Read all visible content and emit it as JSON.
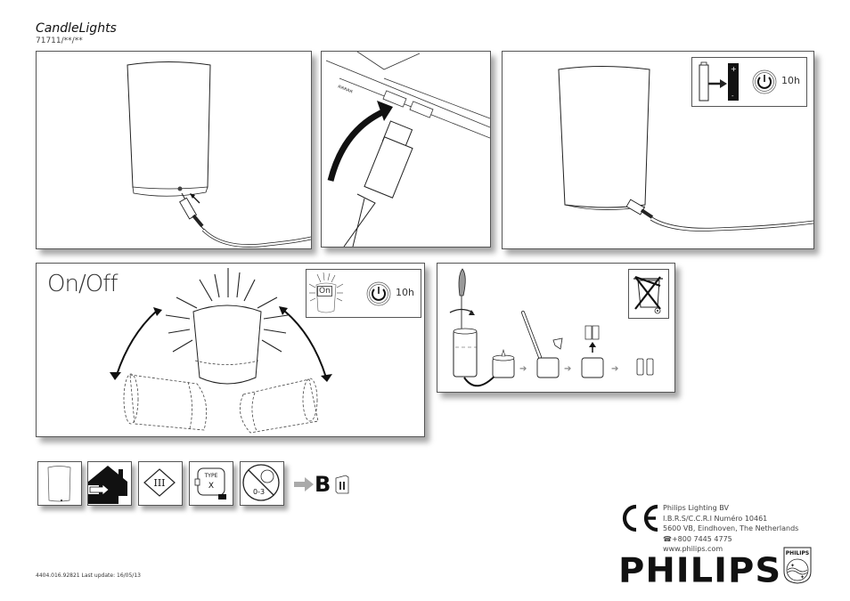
{
  "header": {
    "title": "CandleLights",
    "model": "71711/**/**"
  },
  "panels": {
    "charge_candle": {
      "description": "Plug charger into candle base"
    },
    "usb_connect": {
      "description": "Connect USB plug to computer"
    },
    "charging": {
      "inset": {
        "battery_icon": "battery-charge-icon",
        "timer_icon": "power-timer-icon",
        "duration": "10h"
      }
    },
    "on_off": {
      "heading": "On/Off",
      "inset": {
        "candle_label": "On",
        "timer_icon": "power-timer-icon",
        "duration": "10h"
      }
    },
    "battery_removal": {
      "steps": [
        "open-base",
        "melt-wax",
        "remove-battery",
        "batteries"
      ],
      "disposal_icon": "crossed-out-bin-icon"
    }
  },
  "symbols": {
    "items": [
      {
        "icon": "candle-icon"
      },
      {
        "icon": "indoor-use-icon"
      },
      {
        "icon": "class-III-icon",
        "label": "III"
      },
      {
        "icon": "type-x-cable-icon",
        "label_top": "TYPE",
        "label_mid": "X"
      },
      {
        "icon": "not-for-children-icon",
        "label": "0-3"
      }
    ],
    "booklet_letter": "B"
  },
  "company": {
    "name": "Philips Lighting BV",
    "registry": "I.B.R.S/C.C.R.I Numéro 10461",
    "address": "5600 VB, Eindhoven, The Netherlands",
    "phone": "+800 7445 4775",
    "website": "www.philips.com",
    "logo": "PHILIPS",
    "shield_text": "PHILIPS"
  },
  "footer": {
    "code": "4404.016.92821 Last update: 16/05/13"
  },
  "marks": {
    "ce": "CE"
  }
}
